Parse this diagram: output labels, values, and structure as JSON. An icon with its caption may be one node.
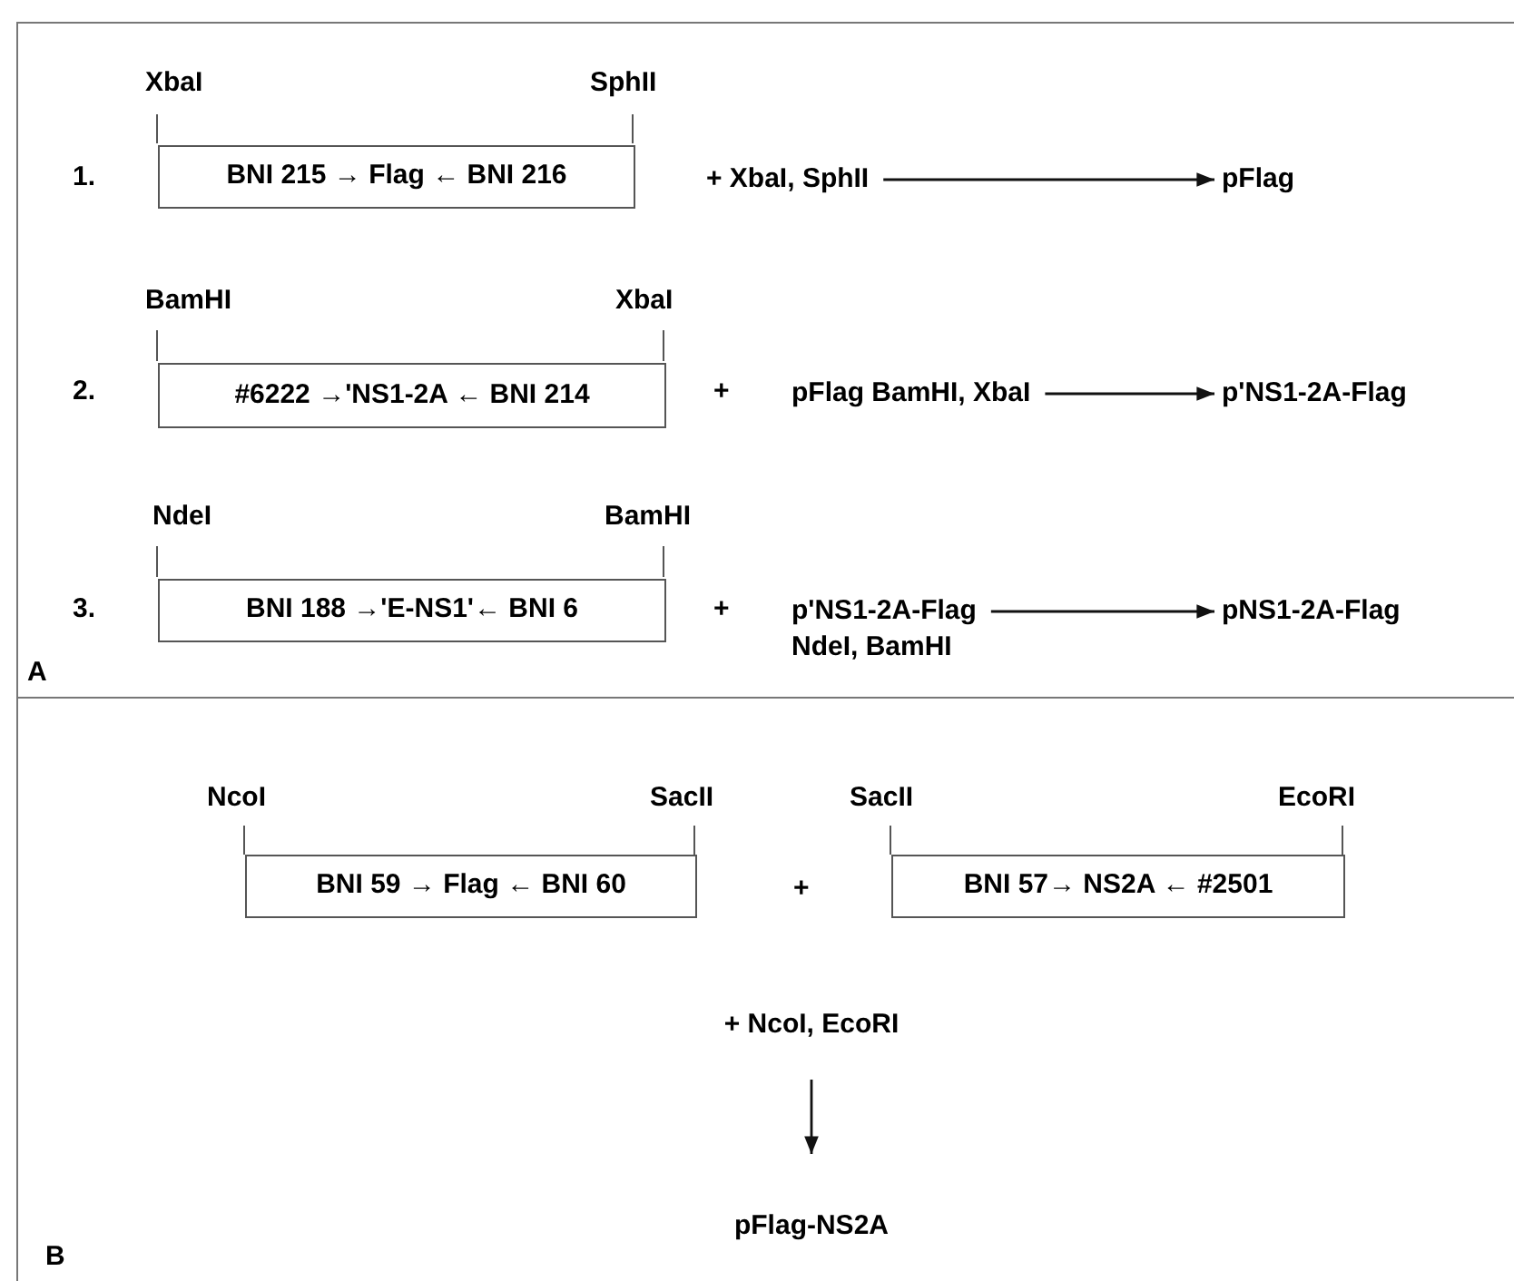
{
  "diagram": {
    "nodes": [
      {
        "text": [
          "A"
        ]
      },
      {
        "text": [
          "BNI 215 → Flag ← BNI 216"
        ],
        "in": 0
      },
      {
        "text": [
          "+ XbaI, SphII"
        ],
        "in": 0
      },
      {
        "text": [
          "pFlag"
        ],
        "in": 0
      },
      {
        "text": [
          "#6222 →ʹNS1-2A ← BNI 214"
        ],
        "in": 0
      },
      {
        "text": [
          "pFlag BamHI, XbaI"
        ],
        "in": 0
      },
      {
        "text": [
          "pʹNS1-2A-Flag"
        ],
        "in": 0
      },
      {
        "text": [
          "BNI 188 →ʹE-NS1ʹ← BNI 6"
        ],
        "in": 0
      },
      {
        "text": [
          "pʹNS1-2A-Flag",
          "NdeI, BamHI"
        ],
        "in": 0
      },
      {
        "text": [
          "pNS1-2A-Flag"
        ],
        "in": 0
      },
      {
        "text": [
          "B"
        ]
      },
      {
        "text": [
          "BNI 59 → Flag ← BNI 60"
        ],
        "in": 10
      },
      {
        "text": [
          "BNI 57→ NS2A ← #2501"
        ],
        "in": 10
      },
      {
        "text": [
          "+ NcoI, EcoRI"
        ],
        "in": 10
      },
      {
        "text": [
          "pFlag-NS2A"
        ],
        "in": 10
      }
    ],
    "edges": [
      {
        "from": 2,
        "to": 3,
        "arrow": "to"
      },
      {
        "from": 5,
        "to": 6,
        "arrow": "to"
      },
      {
        "from": 8,
        "to": 9,
        "arrow": "to"
      },
      {
        "from": 13,
        "to": 14,
        "arrow": "to"
      }
    ],
    "labels": [
      "XbaI",
      "SphII",
      "1.",
      "BamHI",
      "XbaI",
      "2.",
      "+",
      "NdeI",
      "BamHI",
      "3.",
      "+",
      "NcoI",
      "SacII",
      "SacII",
      "EcoRI",
      "+"
    ]
  }
}
